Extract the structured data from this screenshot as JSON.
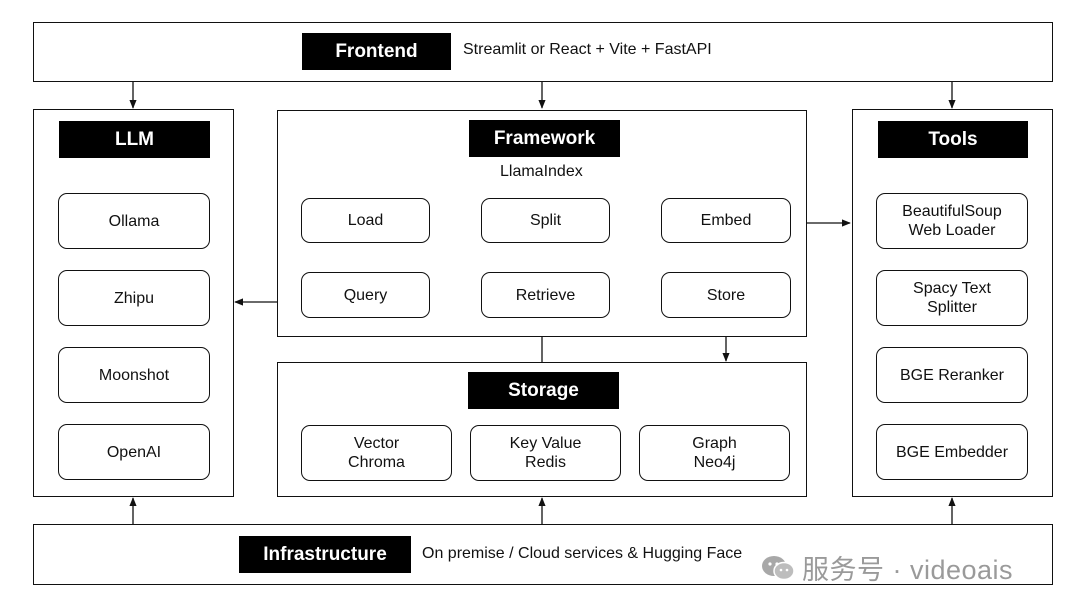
{
  "frontend": {
    "title": "Frontend",
    "desc": "Streamlit or React + Vite + FastAPI"
  },
  "llm": {
    "title": "LLM",
    "items": [
      "Ollama",
      "Zhipu",
      "Moonshot",
      "OpenAI"
    ]
  },
  "framework": {
    "title": "Framework",
    "subtitle": "LlamaIndex",
    "steps": {
      "load": "Load",
      "split": "Split",
      "embed": "Embed",
      "store": "Store",
      "retrieve": "Retrieve",
      "query": "Query"
    }
  },
  "tools": {
    "title": "Tools",
    "items": [
      "BeautifulSoup\nWeb Loader",
      "Spacy Text\nSplitter",
      "BGE Reranker",
      "BGE Embedder"
    ]
  },
  "storage": {
    "title": "Storage",
    "items": [
      "Vector\nChroma",
      "Key Value\nRedis",
      "Graph\nNeo4j"
    ]
  },
  "infrastructure": {
    "title": "Infrastructure",
    "desc": "On premise / Cloud services & Hugging Face"
  },
  "watermark": {
    "text": "服务号 · videoais",
    "icon": "wechat-icon"
  },
  "colors": {
    "header_bg": "#000000",
    "line": "#111111",
    "watermark": "#9a9a9a"
  }
}
